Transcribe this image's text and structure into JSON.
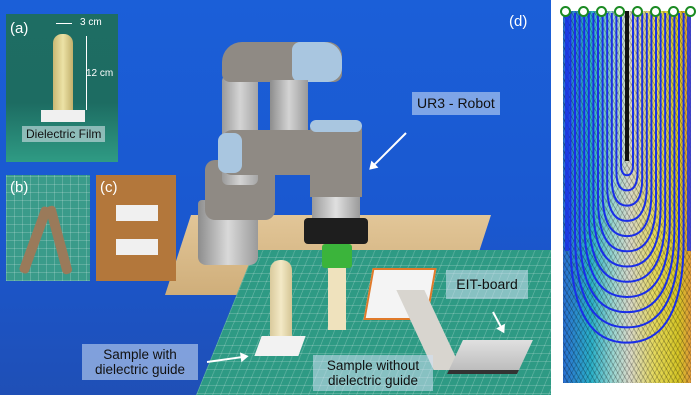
{
  "figure": {
    "panels": {
      "a": {
        "label": "(a)",
        "width_annotation": "3 cm",
        "height_annotation": "12 cm",
        "caption": "Dielectric Film"
      },
      "b": {
        "label": "(b)"
      },
      "c": {
        "label": "(c)"
      },
      "d": {
        "label": "(d)"
      }
    },
    "callouts": {
      "robot": "UR3 - Robot",
      "eit_board": "EIT-board",
      "sample_with_line1": "Sample with",
      "sample_with_line2": "dielectric guide",
      "sample_without_line1": "Sample without",
      "sample_without_line2": "dielectric guide"
    },
    "simulation": {
      "electrode_count": 8,
      "colormap": [
        "#2a6fd0",
        "#2ab0c8",
        "#d8d8c8",
        "#e4d85a",
        "#e09a3a"
      ],
      "streamline_color": "#1a2ee8",
      "electrode_color": "#1a8a22"
    },
    "colors": {
      "background_blue": "#1b5fd8",
      "mat_green": "#2e9a84",
      "wood": "#d9b98a"
    }
  }
}
